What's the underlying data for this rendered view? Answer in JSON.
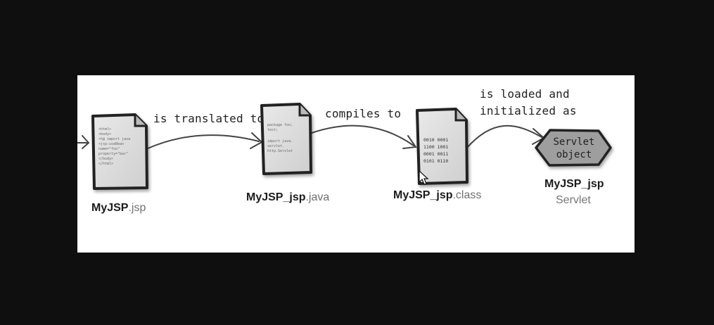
{
  "steps": [
    {
      "name": "MyJSP",
      "ext": ".jsp"
    },
    {
      "name": "MyJSP_jsp",
      "ext": ".java"
    },
    {
      "name": "MyJSP_jsp",
      "ext": ".class"
    },
    {
      "name": "MyJSP_jsp",
      "sub": "Servlet"
    }
  ],
  "arrows": [
    "is translated to",
    "compiles to",
    "is loaded and",
    "initialized as"
  ],
  "servlet_object": [
    "Servlet",
    "object"
  ],
  "jsp_code": [
    "<html>",
    "<body>",
    "<%@ import java",
    "<jsp:useBean",
    "name=\"foo\"",
    "property=\"bar\"",
    "</body>",
    "</html>"
  ],
  "java_code": [
    "package foo;",
    "test;",
    "",
    "import java.",
    "servlet.",
    "http.Servlet"
  ],
  "class_bytes": [
    "0010 0001",
    "1100 1001",
    "0001 0011",
    "0101 0110"
  ],
  "colors": {
    "background": "#0f0f0f",
    "panel": "#ffffff",
    "object_fill": "#9e9e9e"
  }
}
